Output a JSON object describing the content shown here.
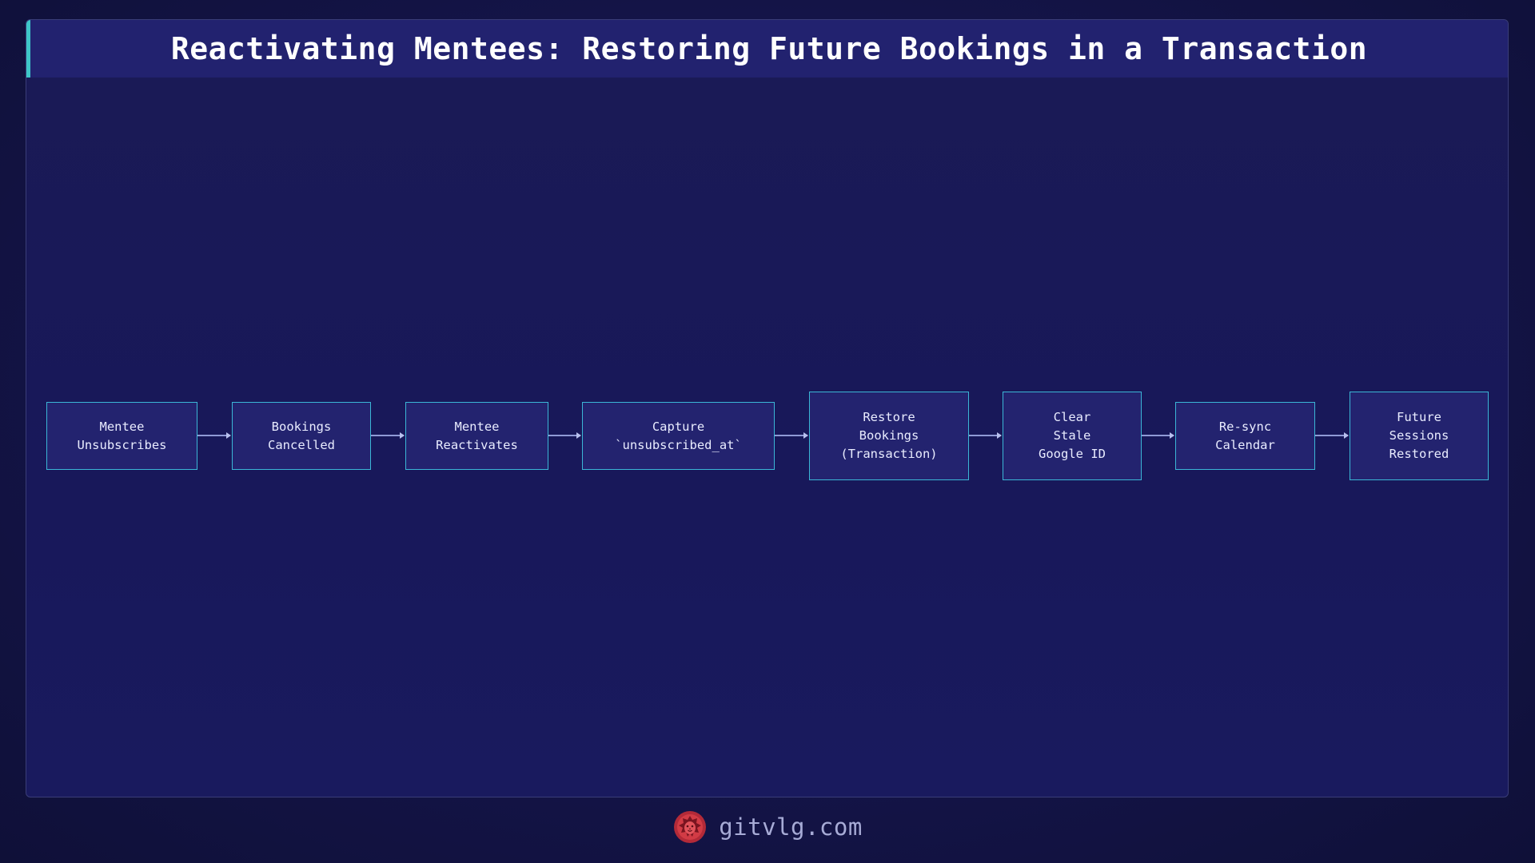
{
  "title": "Reactivating Mentees: Restoring Future Bookings in a Transaction",
  "colors": {
    "background": "#141448",
    "title_bar": "#22226f",
    "title_accent": "#3ec6c8",
    "node_fill": "#23236f",
    "node_border": "#3bb6d6",
    "arrow": "#8f9ad6",
    "logo": "#d23b45"
  },
  "flow": {
    "nodes": [
      {
        "id": "mentee-unsubscribes",
        "label": "Mentee\nUnsubscribes"
      },
      {
        "id": "bookings-cancelled",
        "label": "Bookings\nCancelled"
      },
      {
        "id": "mentee-reactivates",
        "label": "Mentee\nReactivates"
      },
      {
        "id": "capture-unsubscribed-at",
        "label": "Capture\n`unsubscribed_at`"
      },
      {
        "id": "restore-bookings",
        "label": "Restore\nBookings\n(Transaction)"
      },
      {
        "id": "clear-stale-google-id",
        "label": "Clear\nStale\nGoogle ID"
      },
      {
        "id": "resync-calendar",
        "label": "Re-sync\nCalendar"
      },
      {
        "id": "future-sessions-restored",
        "label": "Future\nSessions\nRestored"
      }
    ],
    "edges": [
      [
        "mentee-unsubscribes",
        "bookings-cancelled"
      ],
      [
        "bookings-cancelled",
        "mentee-reactivates"
      ],
      [
        "mentee-reactivates",
        "capture-unsubscribed-at"
      ],
      [
        "capture-unsubscribed-at",
        "restore-bookings"
      ],
      [
        "restore-bookings",
        "clear-stale-google-id"
      ],
      [
        "clear-stale-google-id",
        "resync-calendar"
      ],
      [
        "resync-calendar",
        "future-sessions-restored"
      ]
    ]
  },
  "footer": {
    "logo_icon": "lion-head-icon",
    "site": "gitvlg.com"
  }
}
